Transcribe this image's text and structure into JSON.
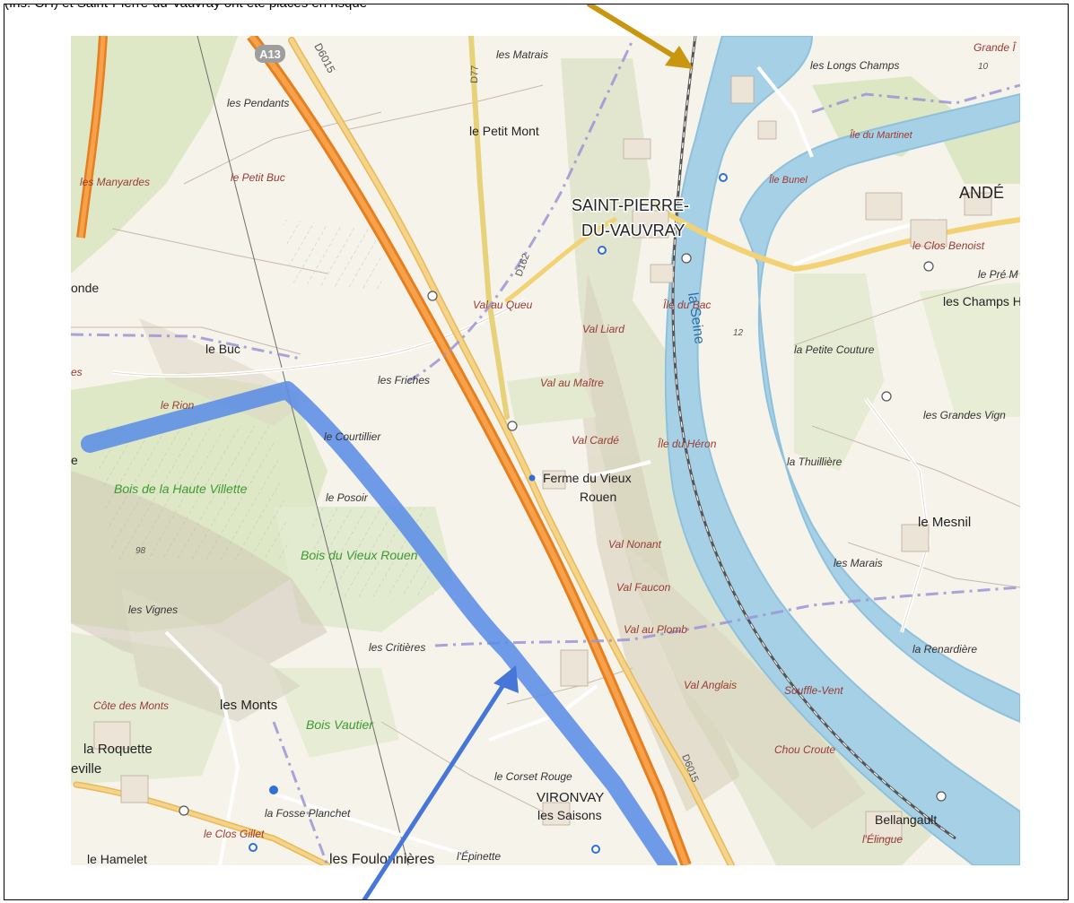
{
  "caption": "(Ins. CH) et Saint-Pierre-du-Vauvray ont été placés en risque",
  "colors": {
    "water": "#a6d0e6",
    "river_edge": "#8ec1dc",
    "land": "#f6f3ea",
    "forest": "#dfe8c6",
    "field": "#e9ecd5",
    "motorway": "#f08c2a",
    "major_road": "#f2c46a",
    "route": "#5b8de6",
    "arrow_gold": "#c9960f",
    "arrow_blue": "#4677d8",
    "boundary": "#9a94d6",
    "place_red": "#9a3b33",
    "wood_green": "#3d9a2f",
    "valley_brown": "#8b3c32"
  },
  "labels": {
    "road_a13": "A13",
    "road_d6015_top": "D6015",
    "road_d77": "D77",
    "road_d162": "D162",
    "road_d6015_bottom": "D6015",
    "les_matrais": "les Matrais",
    "les_longs_champs": "les Longs Champs",
    "grande_ile": "Grande Î",
    "alt_10": "10",
    "les_pendants": "les Pendants",
    "le_petit_mont": "le Petit Mont",
    "ile_du_martinet": "Île du Martinet",
    "les_manyardes": "les Manyardes",
    "le_petit_buc": "le Petit Buc",
    "ile_bunel": "Île Bunel",
    "saint_pierre_1": "SAINT-PIERRE-",
    "saint_pierre_2": "DU-VAUVRAY",
    "ande": "ANDÉ",
    "le_clos_benoist": "le Clos Benoist",
    "le_pre_m": "le Pré M",
    "onde": "onde",
    "val_au_queu": "Val au Queu",
    "ile_du_bac": "Île du Bac",
    "la_seine": "la Seine",
    "les_champs_h": "les Champs H",
    "alt_12": "12",
    "val_liard": "Val Liard",
    "le_buc": "le Buc",
    "la_petite_couture": "la Petite Couture",
    "es_left": "es",
    "les_friches": "les Friches",
    "val_au_maitre": "Val au Maître",
    "le_rion": "le Rion",
    "les_grandes_vign": "les Grandes Vign",
    "le_courtillier": "le Courtillier",
    "val_carde": "Val Cardé",
    "ile_du_heron": "Île du Héron",
    "e_left": "e",
    "la_thuilliere": "la Thuillière",
    "ferme_1": "Ferme du Vieux",
    "ferme_2": "Rouen",
    "bois_haute_villette": "Bois de la Haute Villette",
    "le_posoir": "le Posoir",
    "le_mesnil": "le Mesnil",
    "alt_98": "98",
    "bois_vieux_rouen": "Bois du Vieux Rouen",
    "val_nonant": "Val Nonant",
    "les_marais": "les Marais",
    "val_faucon": "Val Faucon",
    "les_vignes": "les Vignes",
    "val_au_plomb": "Val au Plomb",
    "les_critieres": "les Critières",
    "la_renardiere": "la Renardière",
    "val_anglais": "Val Anglais",
    "souffle_vent": "Souffle-Vent",
    "cote_des_monts": "Côte des Monts",
    "les_monts": "les Monts",
    "bois_vautier": "Bois Vautier",
    "la_roquette": "la Roquette",
    "eville": "eville",
    "chou_croute": "Chou Croute",
    "le_corset_rouge": "le Corset Rouge",
    "vironvay": "VIRONVAY",
    "les_saisons": "les Saisons",
    "la_fosse_planchet": "la Fosse Planchet",
    "bellangault": "Bellangault",
    "le_clos_gillet": "le Clos Gillet",
    "l_elingue": "l'Élingue",
    "le_hamelet": "le Hamelet",
    "les_foulonnieres": "les Foulonnières",
    "l_epinette": "l'Épinette"
  }
}
